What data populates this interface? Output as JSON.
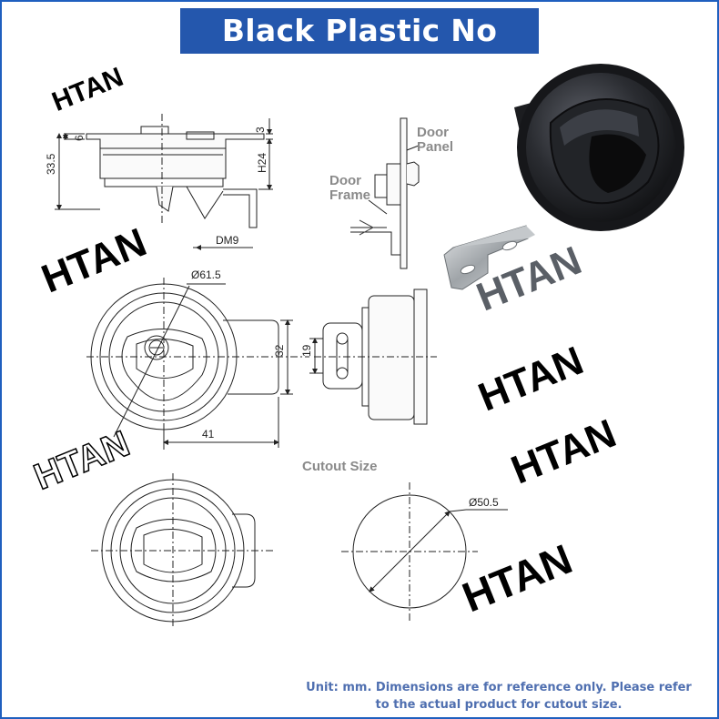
{
  "banner": {
    "title": "Black Plastic No Lock"
  },
  "watermarks": {
    "brand": "HTAN"
  },
  "labels": {
    "door_panel_line1": "Door",
    "door_panel_line2": "Panel",
    "door_frame_line1": "Door",
    "door_frame_line2": "Frame",
    "cutout": "Cutout Size"
  },
  "dimensions": {
    "d6": "6",
    "d3": "3",
    "h335": "33.5",
    "h24": "H24",
    "dm9": "DM9",
    "dia615": "Ø61.5",
    "d32": "32",
    "d19": "19",
    "d41": "41",
    "dia505": "Ø50.5"
  },
  "note": {
    "line1": "Unit: mm. Dimensions are for reference only. Please refer",
    "line2": "to the actual product for cutout size."
  },
  "colors": {
    "banner": "#2457ad",
    "frame": "#1f5fbf",
    "note": "#4f6fb0"
  }
}
